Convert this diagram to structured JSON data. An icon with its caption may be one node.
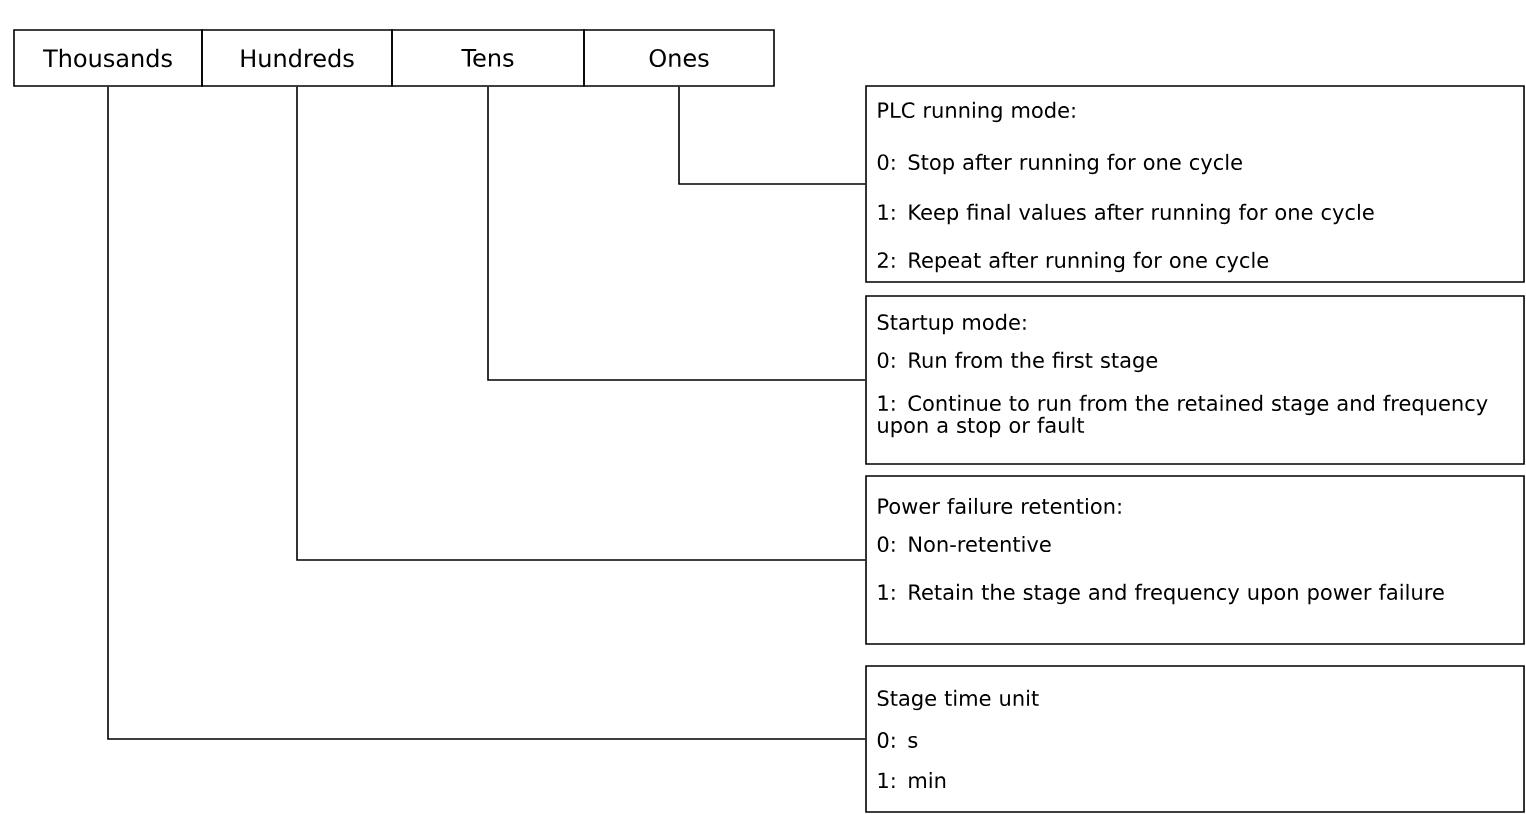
{
  "diagram": {
    "nodes": [
      {
        "text": [
          "Thousands"
        ]
      },
      {
        "text": [
          "Hundreds"
        ]
      },
      {
        "text": [
          "Tens"
        ]
      },
      {
        "text": [
          "Ones"
        ]
      },
      {
        "text": [
          "PLC running mode:",
          "0: Stop after running for one cycle",
          "1: Keep final values after running for one cycle",
          "2: Repeat after running for one cycle"
        ]
      },
      {
        "text": [
          "Startup mode:",
          "0: Run from the first stage",
          "1: Continue to run from the retained stage and frequency upon a stop or fault"
        ]
      },
      {
        "text": [
          "Power failure retention:",
          "0: Non-retentive",
          "1: Retain the stage and frequency upon power failure"
        ]
      },
      {
        "text": [
          "Stage time unit",
          "0: s",
          "1: min"
        ]
      }
    ],
    "edges": [
      {
        "from": 3,
        "to": 4,
        "arrow": "none"
      },
      {
        "from": 2,
        "to": 5,
        "arrow": "none"
      },
      {
        "from": 1,
        "to": 6,
        "arrow": "none"
      },
      {
        "from": 0,
        "to": 7,
        "arrow": "none"
      }
    ]
  }
}
